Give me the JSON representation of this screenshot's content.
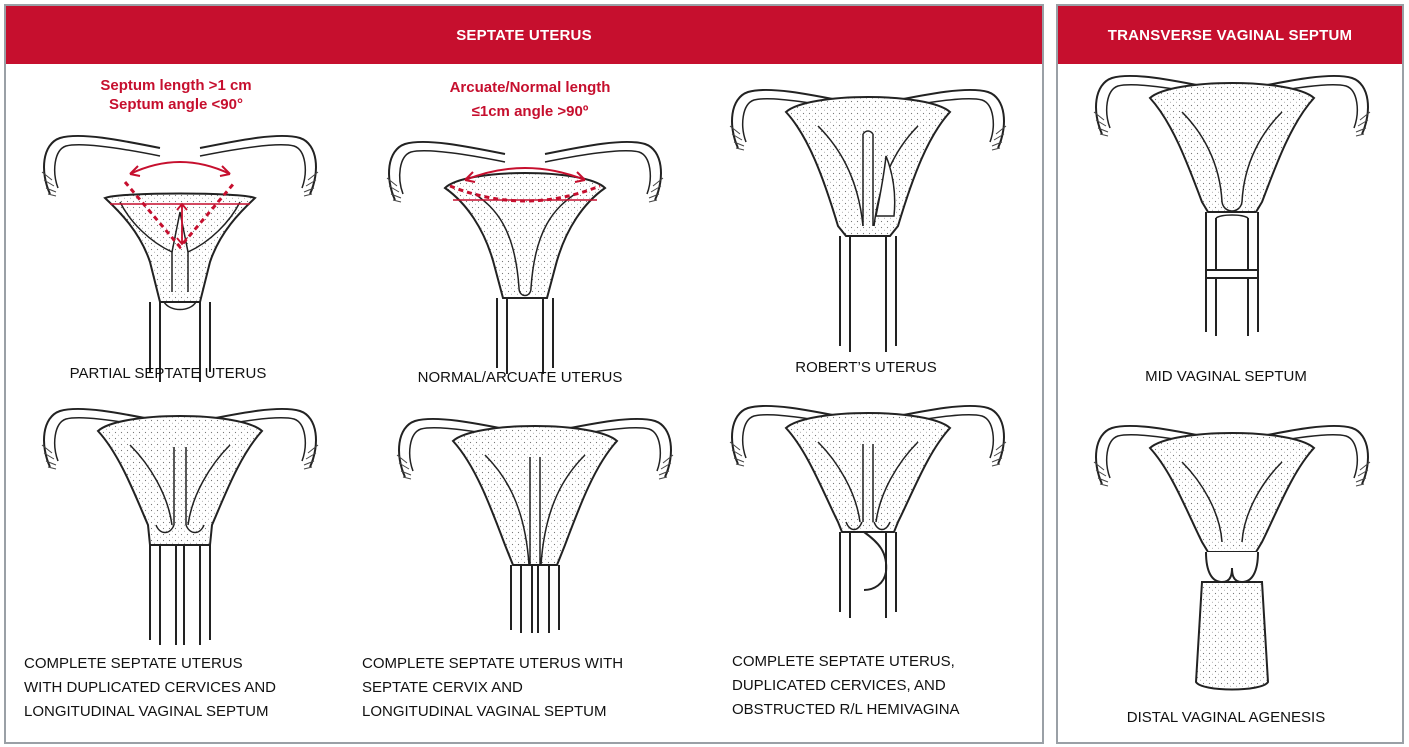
{
  "headers": {
    "septate": "SEPTATE UTERUS",
    "transverse": "TRANSVERSE VAGINAL SEPTUM"
  },
  "annotations": {
    "partial_line1": "Septum length >1 cm",
    "partial_line2": "Septum angle <90°",
    "arcuate_line1": "Arcuate/Normal length",
    "arcuate_line2": "≤1cm angle >90º"
  },
  "captions": {
    "partial": "PARTIAL SEPTATE UTERUS",
    "normal": "NORMAL/ARCUATE UTERUS",
    "roberts": "ROBERT’S UTERUS",
    "complete_dup": "COMPLETE SEPTATE UTERUS\nWITH DUPLICATED CERVICES AND\nLONGITUDINAL VAGINAL SEPTUM",
    "complete_septate_cervix": "COMPLETE SEPTATE UTERUS WITH\nSEPTATE CERVIX AND\nLONGITUDINAL VAGINAL SEPTUM",
    "complete_obstructed": "COMPLETE SEPTATE UTERUS,\nDUPLICATED CERVICES, AND\nOBSTRUCTED R/L HEMIVAGINA",
    "mid_vaginal": "MID VAGINAL SEPTUM",
    "distal_agenesis": "DISTAL VAGINAL AGENESIS"
  },
  "colors": {
    "accent": "#c60f2e",
    "line": "#222222",
    "border": "#9aa0a6"
  }
}
